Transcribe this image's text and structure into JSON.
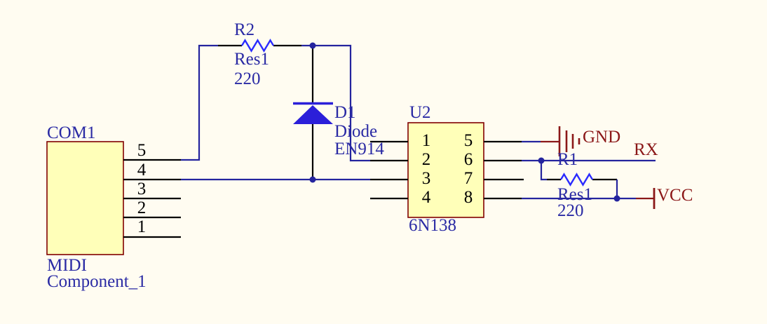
{
  "colors": {
    "background": "#FFFCF1",
    "wire_blue": "#24249E",
    "pin_black": "#000000",
    "resistor_blue": "#2B2BFF",
    "diode_blue": "#2B1FD9",
    "label_blue": "#2A2AA4",
    "net_red": "#8B1818",
    "component_fill": "#FFFFB9",
    "component_border": "#800000"
  },
  "components": {
    "com1": {
      "designator": "COM1",
      "comment_line1": "MIDI",
      "comment_line2": "Component_1",
      "pins": [
        "5",
        "4",
        "3",
        "2",
        "1"
      ]
    },
    "u2": {
      "designator": "U2",
      "comment": "6N138",
      "left_pins": [
        "1",
        "2",
        "3",
        "4"
      ],
      "right_pins": [
        "5",
        "6",
        "7",
        "8"
      ]
    },
    "r2": {
      "designator": "R2",
      "comment": "Res1",
      "value": "220"
    },
    "r1": {
      "designator": "R1",
      "comment": "Res1",
      "value": "220"
    },
    "d1": {
      "designator": "D1",
      "comment": "Diode",
      "value": "EN914"
    }
  },
  "power": {
    "gnd": "GND",
    "vcc": "VCC"
  },
  "nets": {
    "rx": "RX"
  }
}
